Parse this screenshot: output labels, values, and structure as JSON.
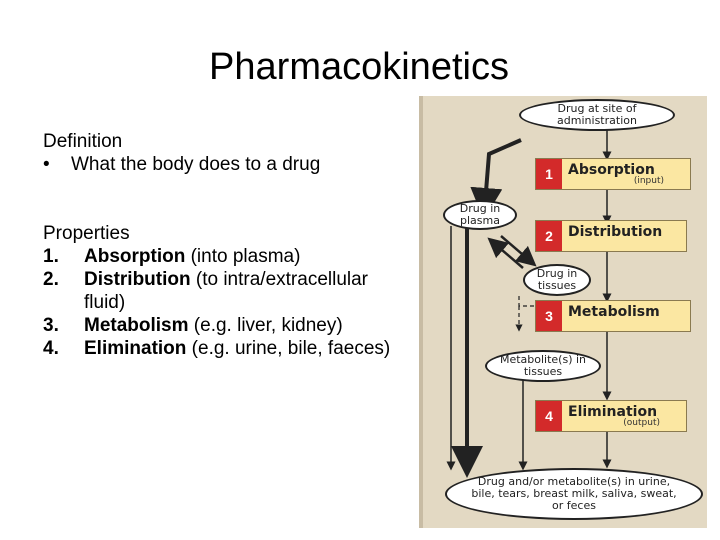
{
  "title": "Pharmacokinetics",
  "definition": {
    "heading": "Definition",
    "bullet_marker": "•",
    "text": "What the body does to a drug"
  },
  "properties": {
    "heading": "Properties",
    "items": [
      {
        "num": "1.",
        "term": "Absorption",
        "rest": " (into plasma)"
      },
      {
        "num": "2.",
        "term": "Distribution",
        "rest": " (to intra/extracellular fluid)"
      },
      {
        "num": "3.",
        "term": "Metabolism",
        "rest": " (e.g. liver, kidney)"
      },
      {
        "num": "4.",
        "term": "Elimination",
        "rest": " (e.g. urine, bile, faeces)"
      }
    ]
  },
  "diagram": {
    "top_oval": "Drug at site of administration",
    "plasma_oval": "Drug in plasma",
    "tissues_oval": "Drug in tissues",
    "metabolite_oval": "Metabolite(s) in tissues",
    "bottom_oval": "Drug and/or metabolite(s) in urine, bile, tears, breast milk, saliva, sweat, or feces",
    "steps": [
      {
        "num": "1",
        "label": "Absorption",
        "sub": "(input)"
      },
      {
        "num": "2",
        "label": "Distribution",
        "sub": ""
      },
      {
        "num": "3",
        "label": "Metabolism",
        "sub": ""
      },
      {
        "num": "4",
        "label": "Elimination",
        "sub": "(output)"
      }
    ],
    "colors": {
      "step_fill": "#fbe7a2",
      "step_number": "#d32a2a",
      "background": "#e3d9c3"
    }
  }
}
